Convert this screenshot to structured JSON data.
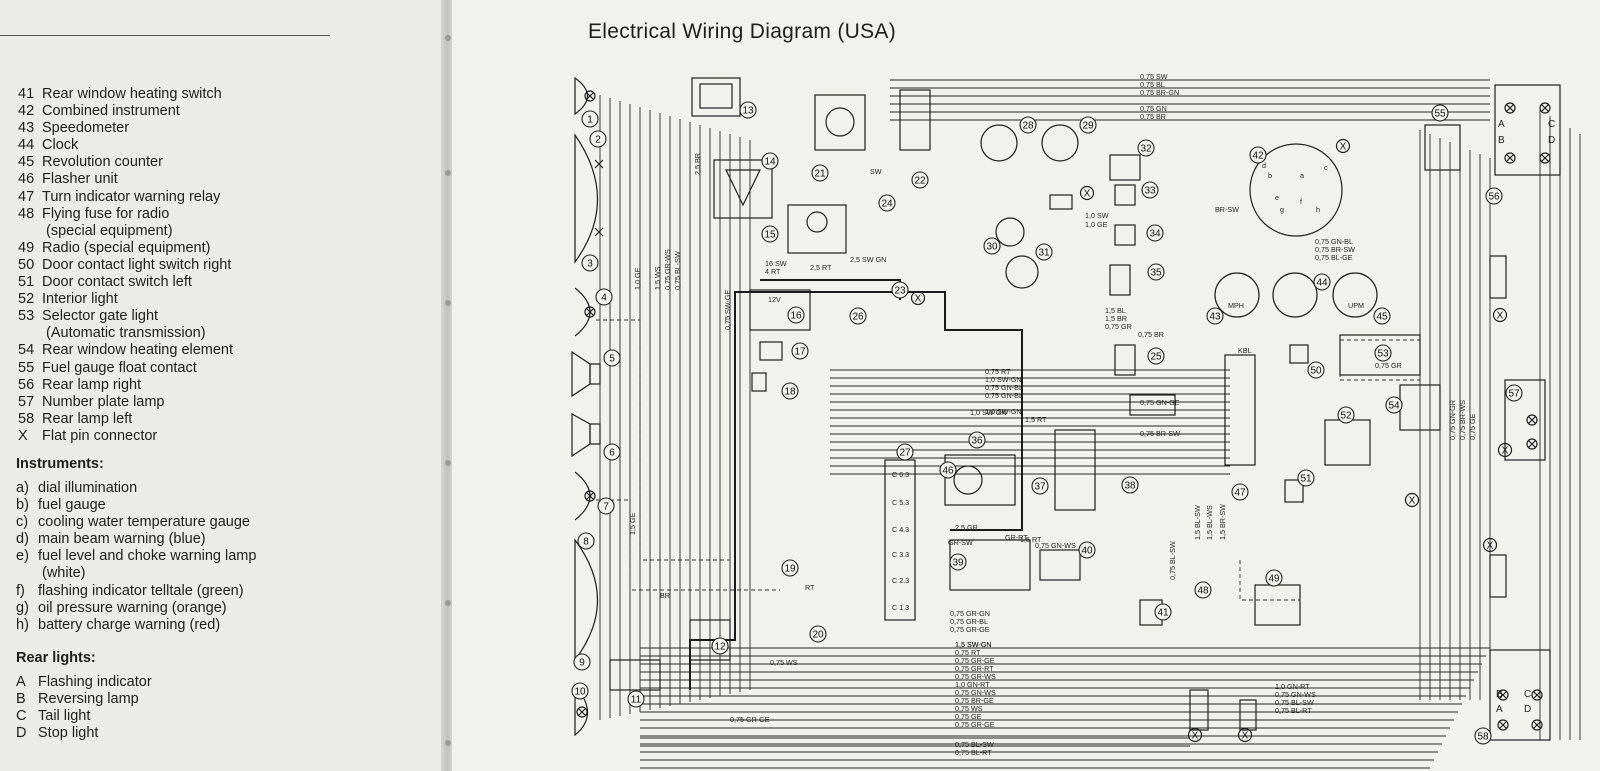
{
  "diagram_title": "Electrical Wiring Diagram (USA)",
  "legend_items": [
    {
      "num": "41",
      "text": "Rear window heating switch"
    },
    {
      "num": "42",
      "text": "Combined instrument"
    },
    {
      "num": "43",
      "text": "Speedometer"
    },
    {
      "num": "44",
      "text": "Clock"
    },
    {
      "num": "45",
      "text": "Revolution counter"
    },
    {
      "num": "46",
      "text": "Flasher unit"
    },
    {
      "num": "47",
      "text": "Turn indicator warning relay"
    },
    {
      "num": "48",
      "text": "Flying fuse for radio"
    },
    {
      "num": "",
      "text": "(special equipment)"
    },
    {
      "num": "49",
      "text": "Radio (special equipment)"
    },
    {
      "num": "50",
      "text": "Door contact light switch right"
    },
    {
      "num": "51",
      "text": "Door contact switch left"
    },
    {
      "num": "52",
      "text": "Interior light"
    },
    {
      "num": "53",
      "text": "Selector gate light"
    },
    {
      "num": "",
      "text": "(Automatic transmission)"
    },
    {
      "num": "54",
      "text": "Rear window heating element"
    },
    {
      "num": "55",
      "text": "Fuel gauge float contact"
    },
    {
      "num": "56",
      "text": "Rear lamp right"
    },
    {
      "num": "57",
      "text": "Number plate lamp"
    },
    {
      "num": "58",
      "text": "Rear lamp left"
    },
    {
      "num": "X",
      "text": "Flat pin connector"
    }
  ],
  "instruments_heading": "Instruments:",
  "instruments": [
    {
      "letter": "a)",
      "text": "dial illumination"
    },
    {
      "letter": "b)",
      "text": "fuel gauge"
    },
    {
      "letter": "c)",
      "text": "cooling water temperature gauge"
    },
    {
      "letter": "d)",
      "text": "main beam warning (blue)"
    },
    {
      "letter": "e)",
      "text": "fuel level and choke warning lamp"
    },
    {
      "letter": "",
      "text": "(white)"
    },
    {
      "letter": "f)",
      "text": "flashing indicator telltale (green)"
    },
    {
      "letter": "g)",
      "text": "oil pressure warning (orange)"
    },
    {
      "letter": "h)",
      "text": "battery charge warning (red)"
    }
  ],
  "rear_lights_heading": "Rear lights:",
  "rear_lights": [
    {
      "letter": "A",
      "text": "Flashing indicator"
    },
    {
      "letter": "B",
      "text": "Reversing lamp"
    },
    {
      "letter": "C",
      "text": "Tail light"
    },
    {
      "letter": "D",
      "text": "Stop light"
    }
  ],
  "component_numbers": [
    "1",
    "2",
    "3",
    "4",
    "5",
    "6",
    "7",
    "8",
    "9",
    "10",
    "11",
    "12",
    "13",
    "14",
    "15",
    "16",
    "17",
    "18",
    "19",
    "20",
    "21",
    "22",
    "23",
    "24",
    "25",
    "26",
    "27",
    "28",
    "29",
    "30",
    "31",
    "32",
    "33",
    "34",
    "35",
    "36",
    "37",
    "38",
    "39",
    "40",
    "41",
    "42",
    "43",
    "44",
    "45",
    "46",
    "47",
    "48",
    "49",
    "50",
    "51",
    "52",
    "53",
    "54",
    "55",
    "56",
    "57",
    "58"
  ],
  "wire_labels": {
    "top_a": "0,75 SW",
    "top_b": "0,75 BL",
    "top_c": "0,75 BR-GN",
    "top_d": "0,75 GN",
    "top_e": "0,75 BR",
    "mid_a": "0,75 RT",
    "mid_b": "1,0 SW-GN",
    "mid_c": "0,75 GN-BL",
    "mid_d": "0,75 GN-BL",
    "mid_e": "1,0 SW-GN",
    "mid_f": "1,5 RT",
    "mid_g": "0,75 BR-SW",
    "bot_a": "1,5 SW-GN",
    "bot_b": "0,75 RT",
    "bot_c": "0,75 GR-GE",
    "bot_d": "0,75 GR-RT",
    "bot_e": "0,75 GR-WS",
    "bot_f": "1,0 GN-RT",
    "bot_g": "0,75 GN-WS",
    "bot_h": "0,75 BR-GE",
    "bot_i": "0,75 WS",
    "bot_j": "0,75 GE",
    "bot_k": "0,75 GR-GE",
    "bot_l": "0,75 BL-SW",
    "bot_m": "0,75 BL-RT",
    "right_a": "1,0 GN-RT",
    "right_b": "0,75 GN-WS",
    "right_c": "0,75 BL-SW",
    "right_d": "0,75 BL-RT",
    "battery": "12V",
    "w16sw": "16 SW",
    "w4rt": "4 RT",
    "w25rt": "2,5 RT",
    "w25swgn": "2,5 SW GN",
    "w15bl": "1,5 BL",
    "w15br": "1,5 BR",
    "w075gr": "0,75 GR",
    "w075br": "0,75 BR",
    "w15swgn": "1,5 SW-GN",
    "w075grgn": "0,75 GR-GN",
    "w075grbl": "0,75 GR-BL",
    "w075grge": "0,75 GR-GE",
    "w075gnbl": "0,75 GN-BL",
    "w075brsw": "0,75 BR-SW",
    "w075blge": "0,75 BL-GE",
    "w075gnge": "0,75 GN-GE",
    "w075ws": "0,75 WS",
    "w075gnws": "0,75 GN-WS",
    "w075gr2": "0,75 GR",
    "w15rt": "1,5 RT",
    "w25gr": "2,5 GR",
    "w15ge": "1,5 GE",
    "w10ge": "1,0 GE",
    "w15ws": "1,5 WS",
    "w075grws": "0,75 GR-WS",
    "w075blsw": "0,75 BL-SW",
    "w25br": "2,5 BR",
    "w075swge": "0,75 SW-GE",
    "w10sw": "1,0 SW",
    "w10swgn": "1,0 SW-GN",
    "w10ge2": "1,0 GE",
    "wbr": "BR",
    "wbrsw": "BR-SW",
    "wsw": "SW",
    "wrt": "RT",
    "wgrsw": "GR-SW",
    "wgrrt": "GR-RT",
    "wmph": "MPH",
    "wupm": "UPM",
    "wc63": "C 6.3",
    "wc53": "C 5.3",
    "wc43": "C 4.3",
    "wc33": "C 3.3",
    "wc23": "C 2.3",
    "wc13": "C 1.3",
    "wkbl": "KBL",
    "g42a": "a",
    "g42b": "b",
    "g42c": "c",
    "g42d": "d",
    "g42e": "e",
    "g42f": "f",
    "g42g": "g",
    "g42h": "h",
    "w075blsw2": "0,75 BL-SW",
    "w075gngr": "0,75 GN-GR",
    "w075brws": "0,75 BR-WS",
    "w075ge": "0,75 GE",
    "w15brsw": "1,5 BR-SW",
    "w15blsw": "1,5 BL-SW",
    "w15blws": "1,5 BL-WS"
  },
  "rear_lamp_letters": {
    "a": "A",
    "b": "B",
    "c": "C",
    "d": "D"
  }
}
